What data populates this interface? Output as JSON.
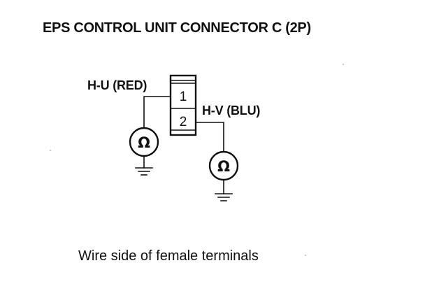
{
  "title": "EPS CONTROL UNIT CONNECTOR C (2P)",
  "connector": {
    "pins": [
      "1",
      "2"
    ]
  },
  "wires": [
    {
      "label": "H-U (RED)",
      "pin": "1"
    },
    {
      "label": "H-V (BLU)",
      "pin": "2"
    }
  ],
  "meters": [
    {
      "symbol": "Ω",
      "icon": "ohmmeter-icon"
    },
    {
      "symbol": "Ω",
      "icon": "ohmmeter-icon"
    }
  ],
  "caption": "Wire side of female terminals",
  "icons": [
    "ohmmeter-icon",
    "ground-icon"
  ]
}
